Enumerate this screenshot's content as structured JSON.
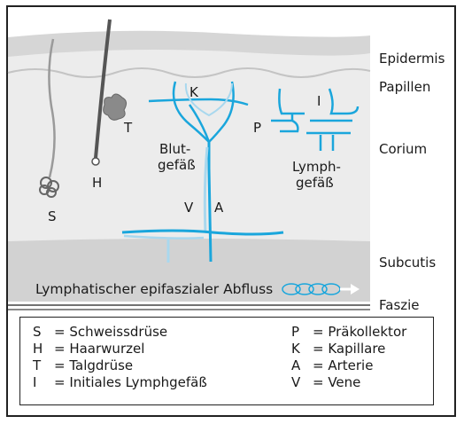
{
  "layers": {
    "epidermis": "Epidermis",
    "papillen": "Papillen",
    "corium": "Corium",
    "subcutis": "Subcutis",
    "faszie": "Faszie"
  },
  "letters": {
    "k": "K",
    "t": "T",
    "h": "H",
    "s": "S",
    "p": "P",
    "i": "I",
    "v": "V",
    "a": "A"
  },
  "labels": {
    "blut_line1": "Blut-",
    "blut_line2": "gefäß",
    "lymph_line1": "Lymph-",
    "lymph_line2": "gefäß",
    "abfluss": "Lymphatischer epifaszialer Abfluss"
  },
  "legend": {
    "left": [
      {
        "key": "S",
        "text": "= Schweissdrüse"
      },
      {
        "key": "H",
        "text": "= Haarwurzel"
      },
      {
        "key": "T",
        "text": "= Talgdrüse"
      },
      {
        "key": "I",
        "text": "= Initiales Lymphgefäß"
      }
    ],
    "right": [
      {
        "key": "P",
        "text": "= Präkollektor"
      },
      {
        "key": "K",
        "text": "= Kapillare"
      },
      {
        "key": "A",
        "text": "= Arterie"
      },
      {
        "key": "V",
        "text": "= Vene"
      }
    ]
  },
  "colors": {
    "vessel": "#1aa6dc",
    "vessel_light": "#a9d8ee",
    "skin_band": "#d9d9d9",
    "corium": "#ececec",
    "subcutis": "#d2d2d2"
  }
}
